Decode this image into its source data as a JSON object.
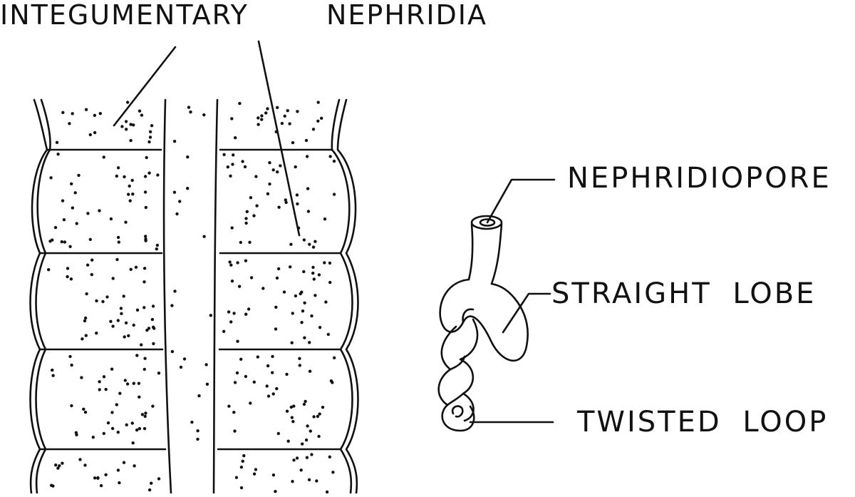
{
  "labels": {
    "integumentary": "INTEGUMENTARY",
    "nephridia": "NEPHRIDIA",
    "nephridiopore": "NEPHRIDIOPORE",
    "straight_lobe": "STRAIGHT LOBE",
    "twisted_loop": "TWISTED LOOP"
  },
  "colors": {
    "ink": "#111111",
    "background": "#ffffff"
  }
}
